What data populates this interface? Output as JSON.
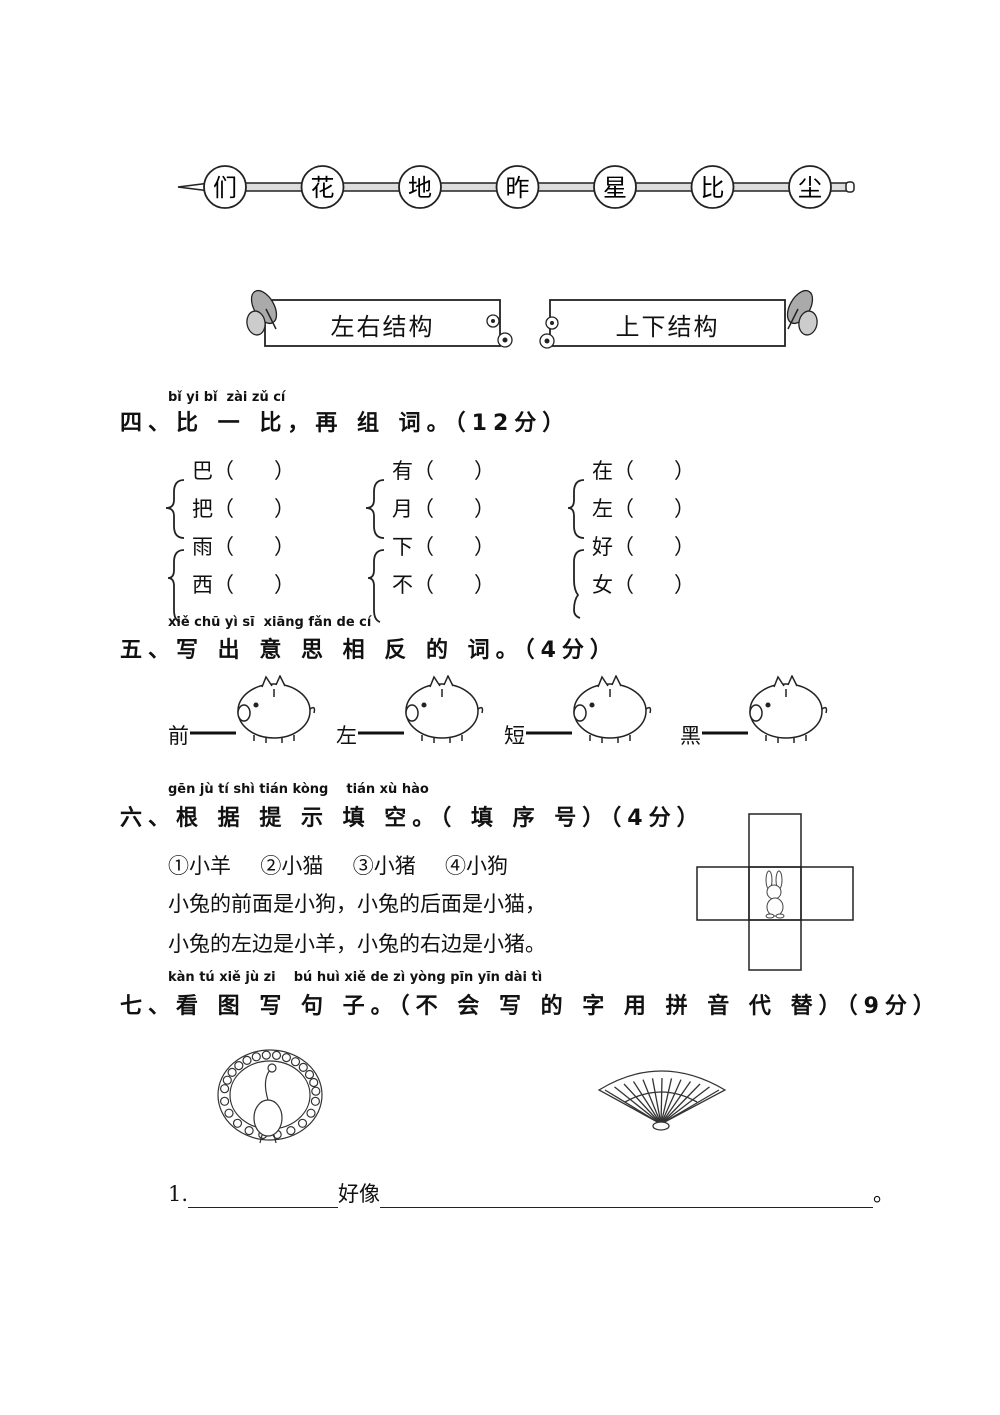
{
  "bead_chars": [
    "们",
    "花",
    "地",
    "昨",
    "星",
    "比",
    "尘"
  ],
  "boxes": [
    "左右结构",
    "上下结构"
  ],
  "section4": {
    "pinyin": "bǐ yi bǐ  zài zǔ cí",
    "heading": "四、比 一 比，再 组 词。（12分）",
    "groups": [
      [
        "巴（      ）",
        "把（      ）",
        "雨（      ）",
        "西（      ）"
      ],
      [
        "有（      ）",
        "月（      ）",
        "下（      ）",
        "不（      ）"
      ],
      [
        "在（      ）",
        "左（      ）",
        "好（      ）",
        "女（      ）"
      ]
    ]
  },
  "section5": {
    "pinyin": "xiě chū yì sī  xiāng fǎn de cí",
    "heading": "五、写 出 意 思  相  反 的 词。（4分）",
    "words": [
      "前",
      "左",
      "短",
      "黑"
    ]
  },
  "section6": {
    "pinyin": "gēn jù tí shì tián kòng    tián xù hào",
    "heading": "六、根 据 提 示 填  空。（ 填  序  号）（4分）",
    "options": "①小羊  ②小猫  ③小猪  ④小狗",
    "line1": "小兔的前面是小狗，小兔的后面是小猫，",
    "line2": "小兔的左边是小羊，小兔的右边是小猪。"
  },
  "section7": {
    "pinyin": "kàn tú xiě jù zi    bú huì xiě de zì yòng pīn yīn dài tì",
    "heading": "七、看 图 写 句 子。（不 会 写 的 字 用  拼 音 代 替）（9分）",
    "item_num": "1.",
    "item_mid": "好像",
    "item_end": "。"
  }
}
